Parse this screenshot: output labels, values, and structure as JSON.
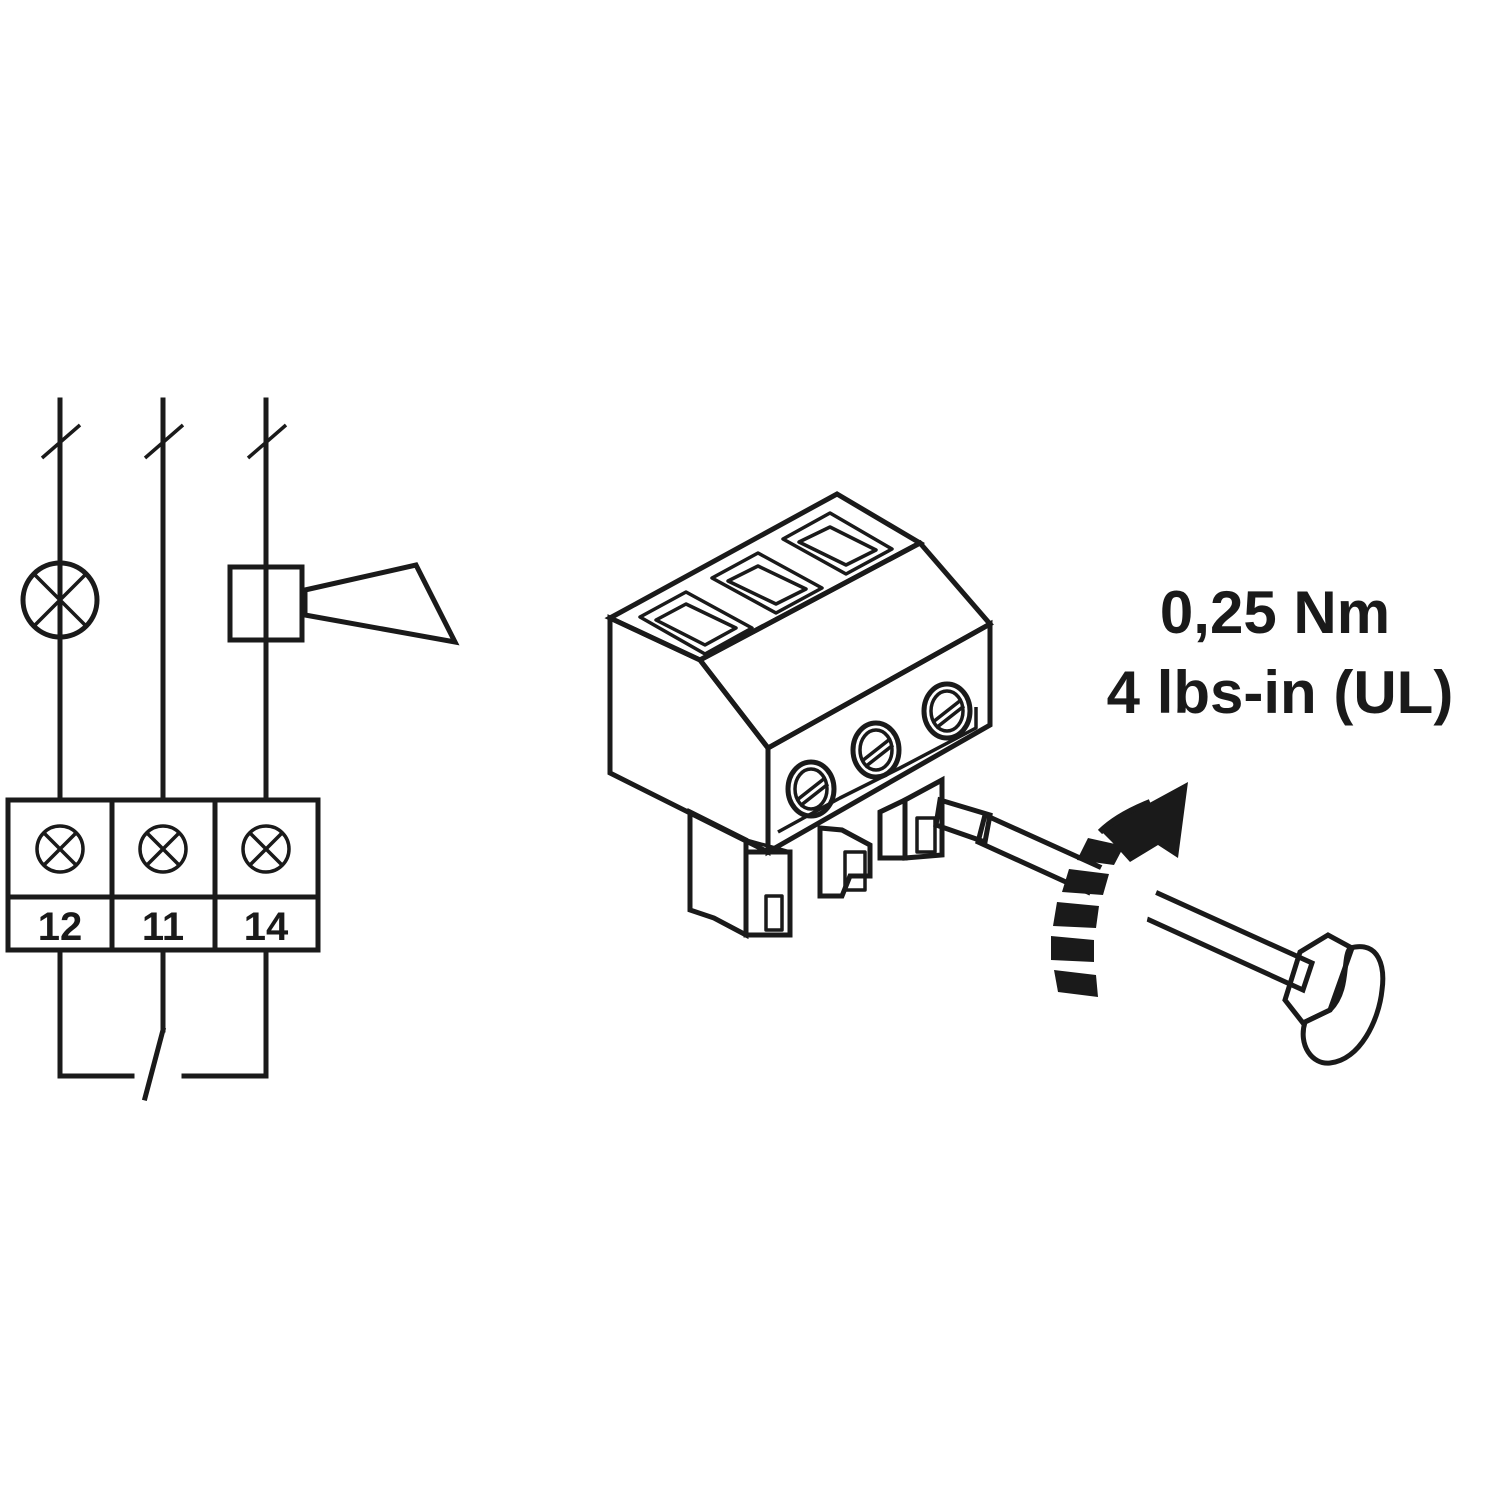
{
  "terminals": [
    {
      "label": "12"
    },
    {
      "label": "11"
    },
    {
      "label": "14"
    }
  ],
  "torque": {
    "metric": "0,25 Nm",
    "imperial": "4 lbs-in (UL)"
  },
  "icons": {
    "lamp": "lamp-symbol-icon",
    "horn": "horn-symbol-icon",
    "contact": "changeover-contact-icon",
    "connector": "terminal-block-connector-icon",
    "screwdriver": "screwdriver-icon",
    "rotation": "rotation-arrow-icon"
  },
  "colors": {
    "line": "#1a1a1a",
    "shaft": "#c8c8c8",
    "handle": "#e6e6e6"
  }
}
